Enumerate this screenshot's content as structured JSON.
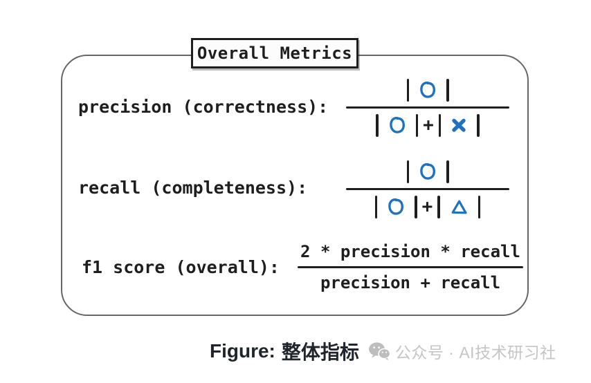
{
  "colors": {
    "ink": "#1e1e1e",
    "accent_blue": "#1f72c1",
    "frame_border": "#666666",
    "watermark_gray": "#c5c5c5"
  },
  "title": "Overall Metrics",
  "formula": {
    "bar_glyph": "|",
    "plus_glyph": "+",
    "rows": [
      {
        "label": "precision (correctness):",
        "numerator_tokens": "|circle|",
        "denominator_tokens": "|circle| + |cross|"
      },
      {
        "label": "recall (completeness):",
        "numerator_tokens": "|circle|",
        "denominator_tokens": "|circle| + |triangle|"
      }
    ],
    "f1": {
      "label": "f1 score (overall):",
      "numerator": "2 * precision * recall",
      "denominator": "precision + recall"
    }
  },
  "footer": {
    "figure_label": "Figure:",
    "figure_title": "整体指标",
    "watermark_text": "公众号 · AI技术研习社"
  },
  "icons": {
    "circle": "hand-drawn-blue-circle",
    "cross": "blue-x-mark",
    "triangle": "blue-triangle-outline",
    "bar": "cardinality-bar",
    "wechat": "wechat-logo"
  }
}
